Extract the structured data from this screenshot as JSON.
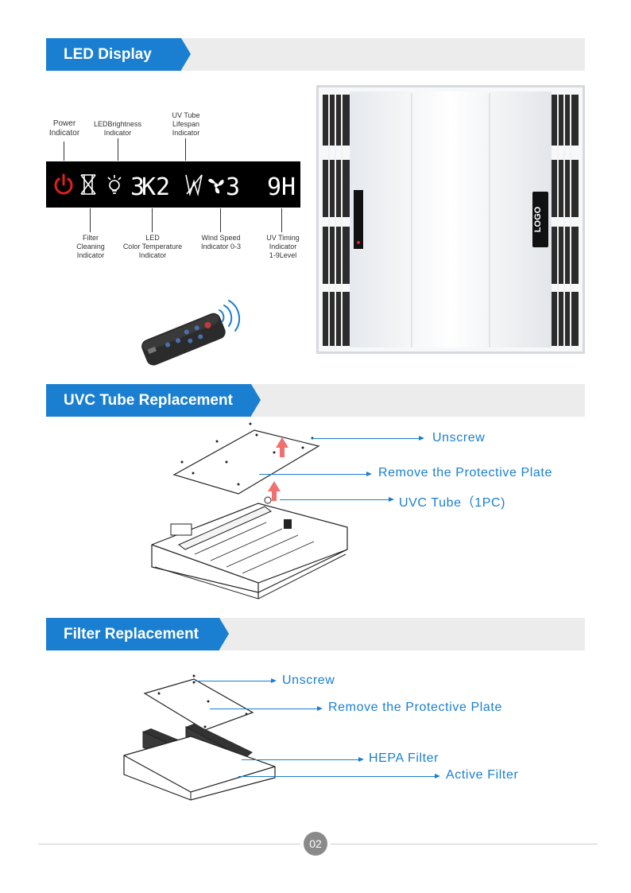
{
  "sections": {
    "led": {
      "title": "LED Display"
    },
    "uvc": {
      "title": "UVC Tube Replacement"
    },
    "filter": {
      "title": "Filter Replacement"
    }
  },
  "led_display": {
    "top_callouts": [
      {
        "line1": "Power",
        "line2": "Indicator"
      },
      {
        "line1": "LEDBrightness",
        "line2": "Indicator"
      },
      {
        "line1": "UV Tube",
        "line2": "Lifespan",
        "line3": "Indicator"
      }
    ],
    "bottom_callouts": [
      {
        "line1": "Filter",
        "line2": "Cleaning",
        "line3": "Indicator"
      },
      {
        "line1": "LED",
        "line2": "Color Temperature",
        "line3": "Indicator"
      },
      {
        "line1": "Wind Speed",
        "line2": "Indicator 0-3"
      },
      {
        "line1": "UV Timing",
        "line2": "Indicator",
        "line3": "1-9Level"
      }
    ],
    "screen": {
      "brightness_digit": "3",
      "temp_text": "K2",
      "wind_digit": "3",
      "timing_text": "9H"
    },
    "panel_logo": "LOGO"
  },
  "uvc_steps": [
    "Unscrew",
    "Remove the Protective Plate",
    "UVC Tube（1PC)"
  ],
  "filter_steps": [
    "Unscrew",
    "Remove the Protective Plate",
    "HEPA Filter",
    "Active Filter"
  ],
  "page_number": "02",
  "colors": {
    "accent": "#1a7fd0",
    "banner_bg": "#ececec",
    "power_red": "#e02020",
    "arrow_red": "#f07070"
  }
}
